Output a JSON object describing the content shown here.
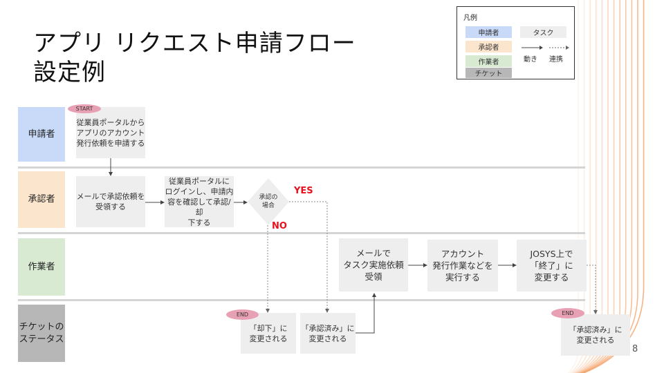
{
  "title": "アプリ リクエスト申請フロー\n設定例",
  "legend": {
    "title": "凡例",
    "roles": [
      {
        "label": "申請者",
        "color": "#c9daf8"
      },
      {
        "label": "承認者",
        "color": "#fce5cd"
      },
      {
        "label": "作業者",
        "color": "#d9ead3"
      },
      {
        "label": "チケット",
        "color": "#b7b7b7"
      }
    ],
    "task_label": "タスク",
    "move_label": "動き",
    "link_label": "連携"
  },
  "lanes": [
    {
      "label": "申請者",
      "color": "#c9daf8"
    },
    {
      "label": "承認者",
      "color": "#fce5cd"
    },
    {
      "label": "作業者",
      "color": "#d9ead3"
    },
    {
      "label": "チケットの\nステータス",
      "color": "#b7b7b7"
    }
  ],
  "steps": {
    "apply": "従業員ポータルから\nアプリのアカウント\n発行依頼を申請する",
    "receive_request": "メールで承認依頼を\n受領する",
    "review": "従業員ポータルに\nログインし、申請内\n容を確認して承認/却\n下する",
    "decision": "承認の\n場合",
    "receive_task": "メールで\nタスク実施依頼\n受領",
    "execute": "アカウント\n発行作業などを\n実行する",
    "close": "JOSYS上で\n「終了」に\n変更する",
    "rejected": "「却下」に\n変更される",
    "approved": "「承認済み」に\n変更される",
    "approved_final": "「承認済み」に\n変更される"
  },
  "markers": {
    "start": "START",
    "end": "END"
  },
  "branches": {
    "yes": "YES",
    "no": "NO"
  },
  "colors": {
    "accent_red": "#e8101c",
    "pill": "#e8a0b4",
    "task_bg": "#eeeeee",
    "deco_orange": "#f4a46c"
  },
  "page_number": "8"
}
